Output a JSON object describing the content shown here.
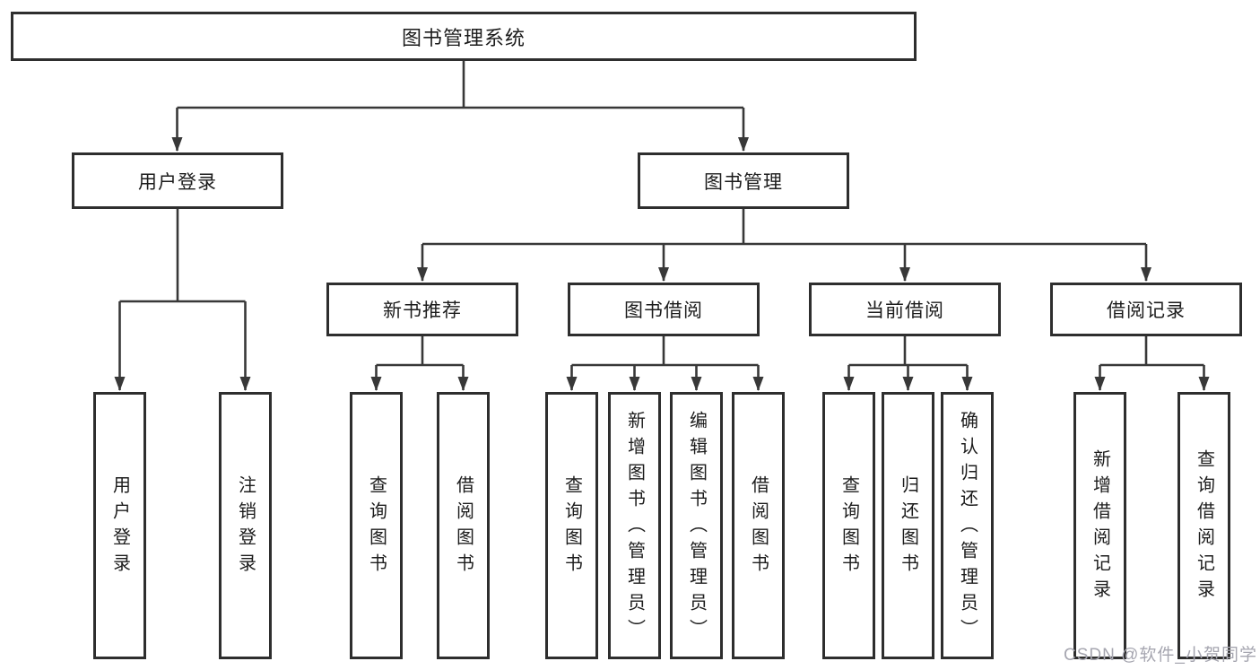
{
  "diagram": {
    "type": "hierarchy-tree",
    "title": "图书管理系统",
    "level1": [
      "用户登录",
      "图书管理"
    ],
    "level2": [
      "新书推荐",
      "图书借阅",
      "当前借阅",
      "借阅记录"
    ],
    "leaves": [
      "用户登录",
      "注销登录",
      "查询图书",
      "借阅图书",
      "查询图书",
      "新增图书（管理员）",
      "编辑图书（管理员）",
      "借阅图书",
      "查询图书",
      "归还图书",
      "确认归还（管理员）",
      "新增借阅记录",
      "查询借阅记录"
    ],
    "structure": {
      "图书管理系统": [
        "用户登录",
        "图书管理"
      ],
      "用户登录": [
        "用户登录",
        "注销登录"
      ],
      "图书管理": [
        "新书推荐",
        "图书借阅",
        "当前借阅",
        "借阅记录"
      ],
      "新书推荐": [
        "查询图书",
        "借阅图书"
      ],
      "图书借阅": [
        "查询图书",
        "新增图书（管理员）",
        "编辑图书（管理员）",
        "借阅图书"
      ],
      "当前借阅": [
        "查询图书",
        "归还图书",
        "确认归还（管理员）"
      ],
      "借阅记录": [
        "新增借阅记录",
        "查询借阅记录"
      ]
    },
    "colors": {
      "box_border": "#2e2e2e",
      "line": "#383838",
      "text": "#1c1c1c",
      "background": "#ffffff",
      "watermark": "#a6a6b0"
    }
  },
  "watermark": "CSDN @软件_小贺同学"
}
